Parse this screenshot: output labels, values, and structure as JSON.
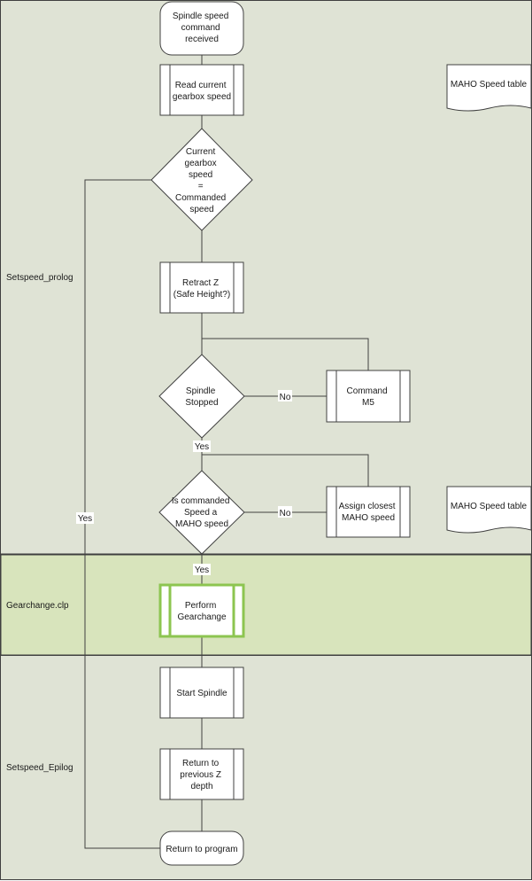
{
  "colors": {
    "lane_default": "#dfe3d5",
    "lane_highlight": "#d8e4bc",
    "lane_border": "#3f3f3f",
    "shape_fill": "#ffffff",
    "shape_stroke": "#404040",
    "highlight_stroke": "#8dc550",
    "connector": "#404040"
  },
  "lanes": [
    {
      "id": "setspeed-prolog",
      "label": "Setspeed_prolog",
      "highlight": false
    },
    {
      "id": "gearchange",
      "label": "Gearchange.clp",
      "highlight": true
    },
    {
      "id": "setspeed-epilog",
      "label": "Setspeed_Epilog",
      "highlight": false
    }
  ],
  "nodes": {
    "start": {
      "shape": "terminator",
      "lines": [
        "Spindle speed",
        "command",
        "received"
      ]
    },
    "read_speed": {
      "shape": "process",
      "lines": [
        "Read current",
        "gearbox speed"
      ]
    },
    "speed_equal": {
      "shape": "decision",
      "lines": [
        "Current",
        "gearbox",
        "speed",
        "=",
        "Commanded",
        "speed"
      ]
    },
    "retract_z": {
      "shape": "process",
      "lines": [
        "Retract Z",
        "(Safe Height?)"
      ]
    },
    "spindle_stopped": {
      "shape": "decision",
      "lines": [
        "Spindle",
        "Stopped"
      ]
    },
    "command_m5": {
      "shape": "process",
      "lines": [
        "Command",
        "M5"
      ]
    },
    "is_maho_speed": {
      "shape": "decision",
      "lines": [
        "Is commanded",
        "Speed a",
        "MAHO speed"
      ]
    },
    "assign_closest": {
      "shape": "process",
      "lines": [
        "Assign closest",
        "MAHO speed"
      ]
    },
    "perform_gearchange": {
      "shape": "process",
      "highlight": true,
      "lines": [
        "Perform",
        "Gearchange"
      ]
    },
    "start_spindle": {
      "shape": "process",
      "lines": [
        "Start Spindle"
      ]
    },
    "return_z": {
      "shape": "process",
      "lines": [
        "Return to",
        "previous Z",
        "depth"
      ]
    },
    "return_program": {
      "shape": "terminator",
      "lines": [
        "Return to program"
      ]
    },
    "speed_table_1": {
      "shape": "document",
      "lines": [
        "MAHO Speed table"
      ]
    },
    "speed_table_2": {
      "shape": "document",
      "lines": [
        "MAHO Speed table"
      ]
    }
  },
  "edge_labels": {
    "no_m5": "No",
    "yes_stopped": "Yes",
    "no_assign": "No",
    "yes_gearchange": "Yes",
    "yes_bypass": "Yes"
  }
}
